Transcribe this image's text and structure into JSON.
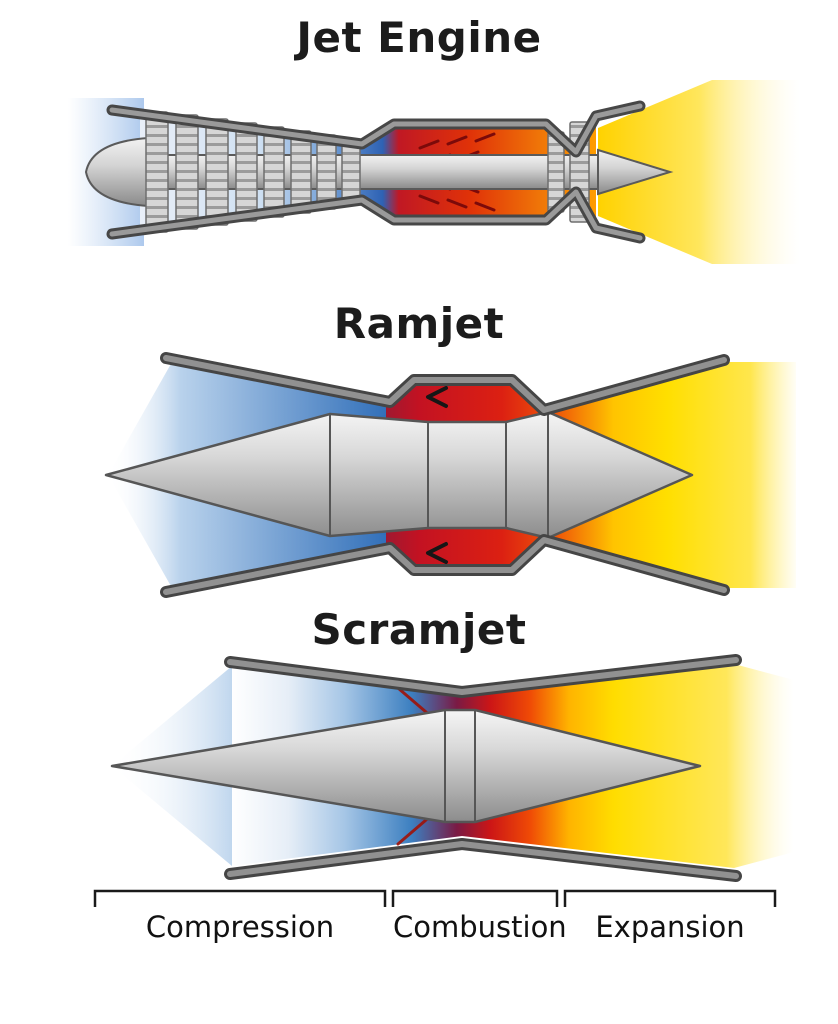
{
  "diagram": {
    "engines": [
      {
        "title": "Jet Engine"
      },
      {
        "title": "Ramjet"
      },
      {
        "title": "Scramjet"
      }
    ],
    "stages": [
      {
        "label": "Compression"
      },
      {
        "label": "Combustion"
      },
      {
        "label": "Expansion"
      }
    ],
    "colors": {
      "compression_blue": "#2e6db8",
      "combustion_red": "#d42010",
      "expansion_yellow": "#ffdd00",
      "flame_orange": "#f07808",
      "metal_light": "#f2f2f2",
      "metal_dark": "#8a8a8a",
      "casing_inner_gray": "#919191",
      "casing_outline": "#454545",
      "text_color": "#1a1a1a",
      "background": "#ffffff"
    }
  }
}
